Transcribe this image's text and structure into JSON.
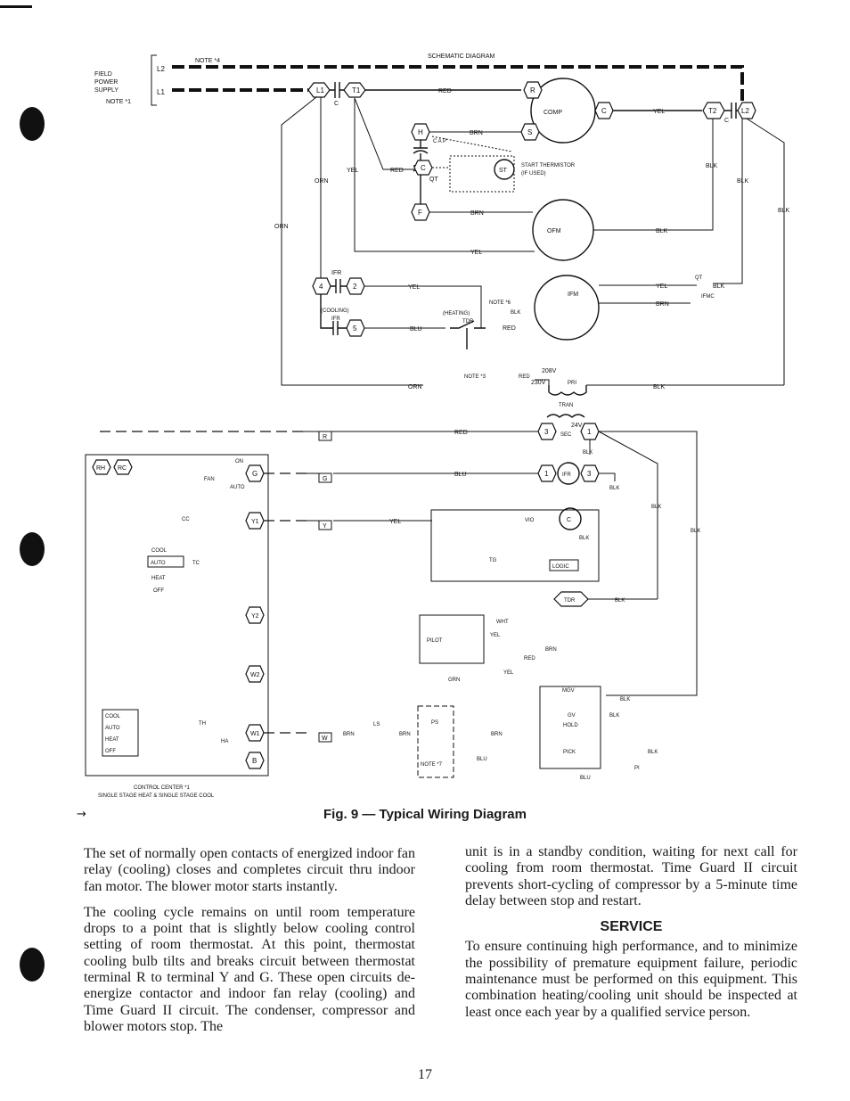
{
  "figure": {
    "caption": "Fig. 9 — Typical Wiring Diagram",
    "schematic_title": "SCHEMATIC DIAGRAM",
    "control_center_label": "CONTROL CENTER *1",
    "control_center_sublabel": "SINGLE STAGE HEAT & SINGLE STAGE COOL",
    "labels": {
      "note4": "NOTE *4",
      "note1": "NOTE *1",
      "note6": "NOTE *6",
      "note3": "NOTE *3",
      "note7": "NOTE *7",
      "field": "FIELD",
      "power": "POWER",
      "supply": "SUPPLY",
      "l2": "L2",
      "l1": "L1",
      "red": "RED",
      "brn": "BRN",
      "yel": "YEL",
      "orn": "ORN",
      "blk": "BLK",
      "blu": "BLU",
      "vio": "VIO",
      "wht": "WHT",
      "grn": "GRN",
      "comp": "COMP",
      "ofm": "OFM",
      "ifm": "IFM",
      "ifr": "IFR",
      "cooling": "(COOLING)",
      "heating": "(HEATING)",
      "tdr": "TDR",
      "start_thermistor": "START THERMISTOR",
      "if_used": "(IF USED)",
      "st": "ST",
      "cap": "C A P",
      "qt": "QT",
      "ifmc": "IFMC",
      "v208": "208V",
      "v230": "230V",
      "pri": "PRI",
      "tran": "TRAN",
      "v24": "24V",
      "sec": "SEC",
      "on": "ON",
      "fan": "FAN",
      "auto": "AUTO",
      "cc": "CC",
      "cool": "COOL",
      "tc": "TC",
      "heat": "HEAT",
      "off": "OFF",
      "th": "TH",
      "ha": "HA",
      "tg": "TG",
      "logic": "LOGIC",
      "pilot": "PILOT",
      "ps": "PS",
      "ls": "LS",
      "mgv": "MGV",
      "gv": "GV",
      "hold": "HOLD",
      "pick": "PICK",
      "pi": "PI",
      "term_c": "C"
    }
  },
  "body": {
    "left_paragraphs": [
      "The set of normally open contacts of energized indoor fan relay (cooling) closes and completes circuit thru indoor fan motor. The blower motor starts instantly.",
      "The cooling cycle remains on until room temperature drops to a point that is slightly below cooling control setting of room thermostat. At this point, thermostat cooling bulb tilts and breaks circuit between thermostat terminal R to terminal Y and G. These open circuits de-energize contactor and indoor fan relay (cooling) and Time Guard II circuit. The condenser, compressor and blower motors stop. The"
    ],
    "right_paragraph_1": "unit is in a standby condition, waiting for next call for cooling from room thermostat. Time Guard II circuit prevents short-cycling of compressor by a 5-minute time delay between stop and restart.",
    "service_heading": "SERVICE",
    "right_paragraph_2": "To ensure continuing high performance, and to minimize the possibility of premature equipment failure, periodic maintenance must be performed on this equipment. This combination heating/cooling unit should be inspected at least once each year by a qualified service person."
  },
  "page_number": "17"
}
